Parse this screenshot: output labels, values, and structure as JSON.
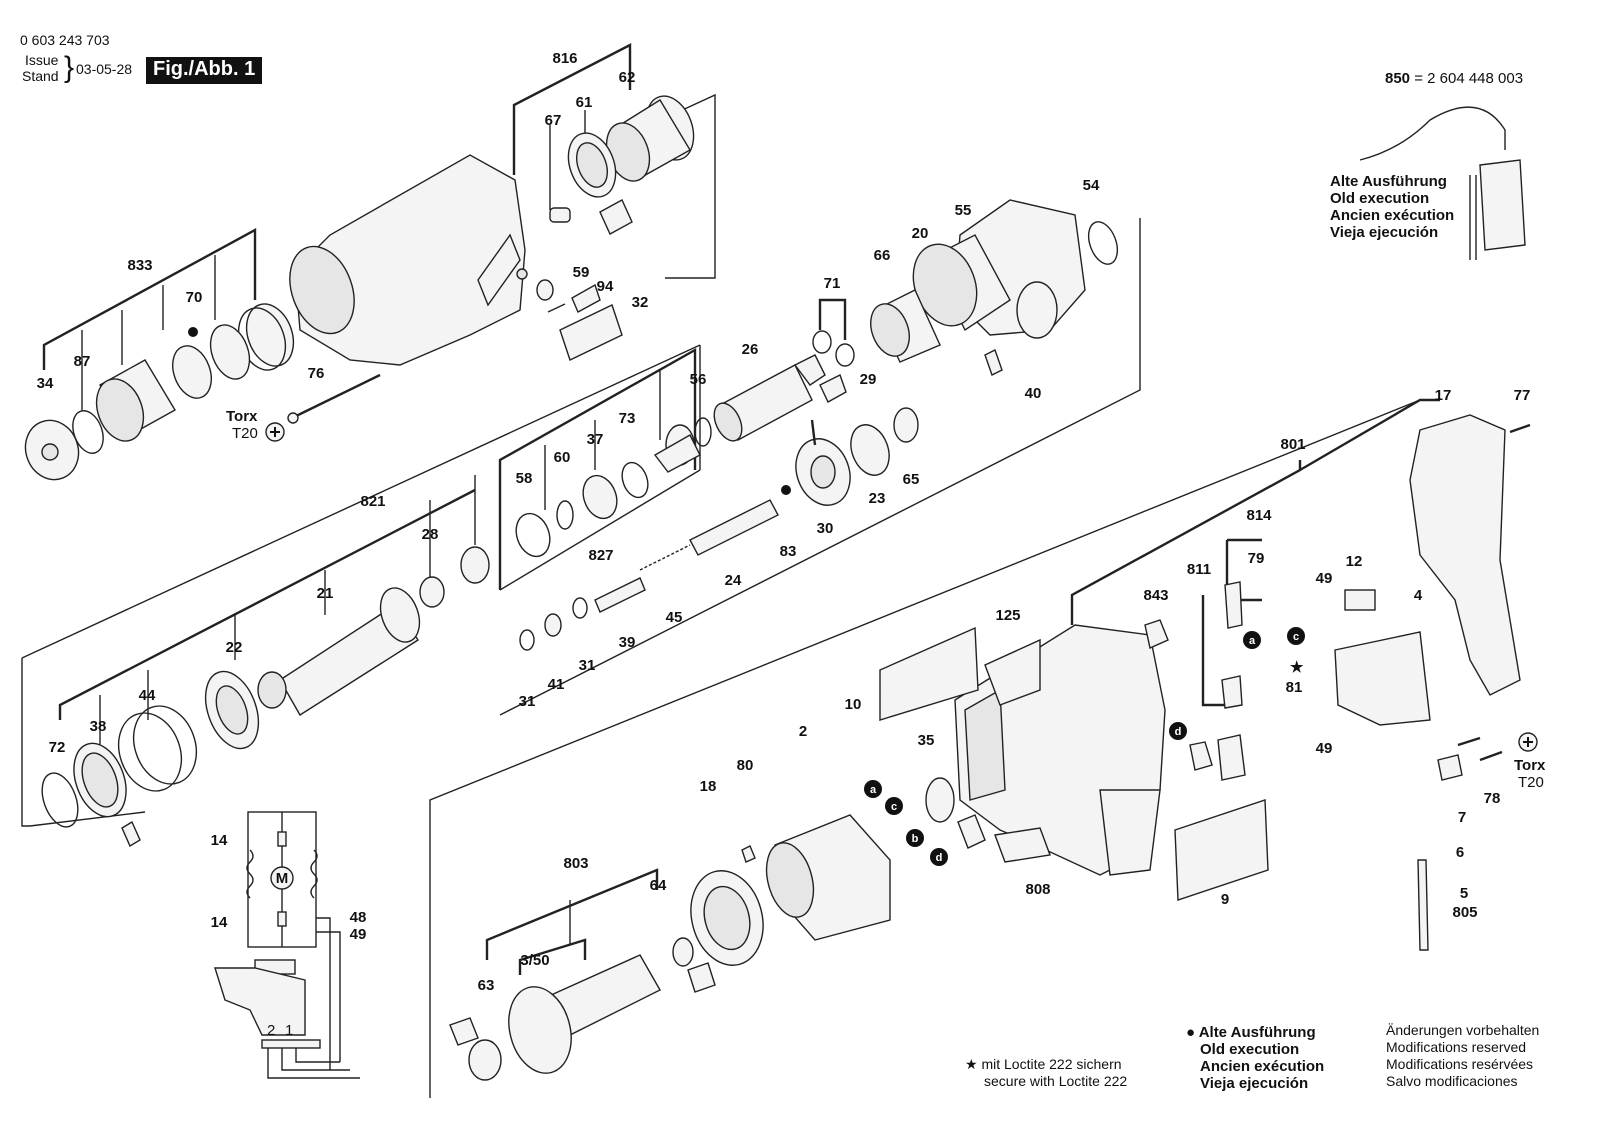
{
  "header": {
    "part_number": "0 603 243 703",
    "issue_label": "Issue",
    "stand_label": "Stand",
    "date": "03-05-28",
    "figure_label": "Fig./Abb. 1"
  },
  "cord": {
    "number": "850",
    "equals_part": "= 2 604 448 003",
    "old_execution": [
      "Alte Ausführung",
      "Old execution",
      "Ancien exécution",
      "Vieja ejecución"
    ]
  },
  "torx": [
    {
      "label": "Torx",
      "size": "T20"
    },
    {
      "label": "Torx",
      "size": "T20"
    }
  ],
  "footnotes": {
    "loctite_de": "mit Loctite 222 sichern",
    "loctite_en": "secure with Loctite 222",
    "old_execution": [
      "Alte Ausführung",
      "Old execution",
      "Ancien exécution",
      "Vieja ejecución"
    ],
    "modifications": [
      "Änderungen vorbehalten",
      "Modifications reserved",
      "Modifications resérvées",
      "Salvo modificaciones"
    ]
  },
  "markers": {
    "a": "a",
    "b": "b",
    "c": "c",
    "d": "d",
    "motor": "M",
    "star": "★",
    "dot": "●"
  },
  "callouts": [
    "816",
    "62",
    "67",
    "61",
    "833",
    "70",
    "59",
    "94",
    "32",
    "87",
    "34",
    "76",
    "54",
    "55",
    "20",
    "66",
    "71",
    "29",
    "26",
    "56",
    "73",
    "37",
    "60",
    "58",
    "827",
    "65",
    "23",
    "30",
    "83",
    "24",
    "45",
    "39",
    "31",
    "41",
    "31",
    "821",
    "28",
    "21",
    "22",
    "44",
    "38",
    "72",
    "801",
    "17",
    "77",
    "814",
    "79",
    "811",
    "843",
    "125",
    "12",
    "4",
    "49",
    "49",
    "81",
    "10",
    "2",
    "80",
    "35",
    "18",
    "803",
    "64",
    "3/50",
    "63",
    "808",
    "9",
    "7",
    "78",
    "6",
    "5",
    "805",
    "14",
    "14",
    "48",
    "49",
    "40"
  ],
  "switch_terminals": [
    "2",
    "1"
  ]
}
